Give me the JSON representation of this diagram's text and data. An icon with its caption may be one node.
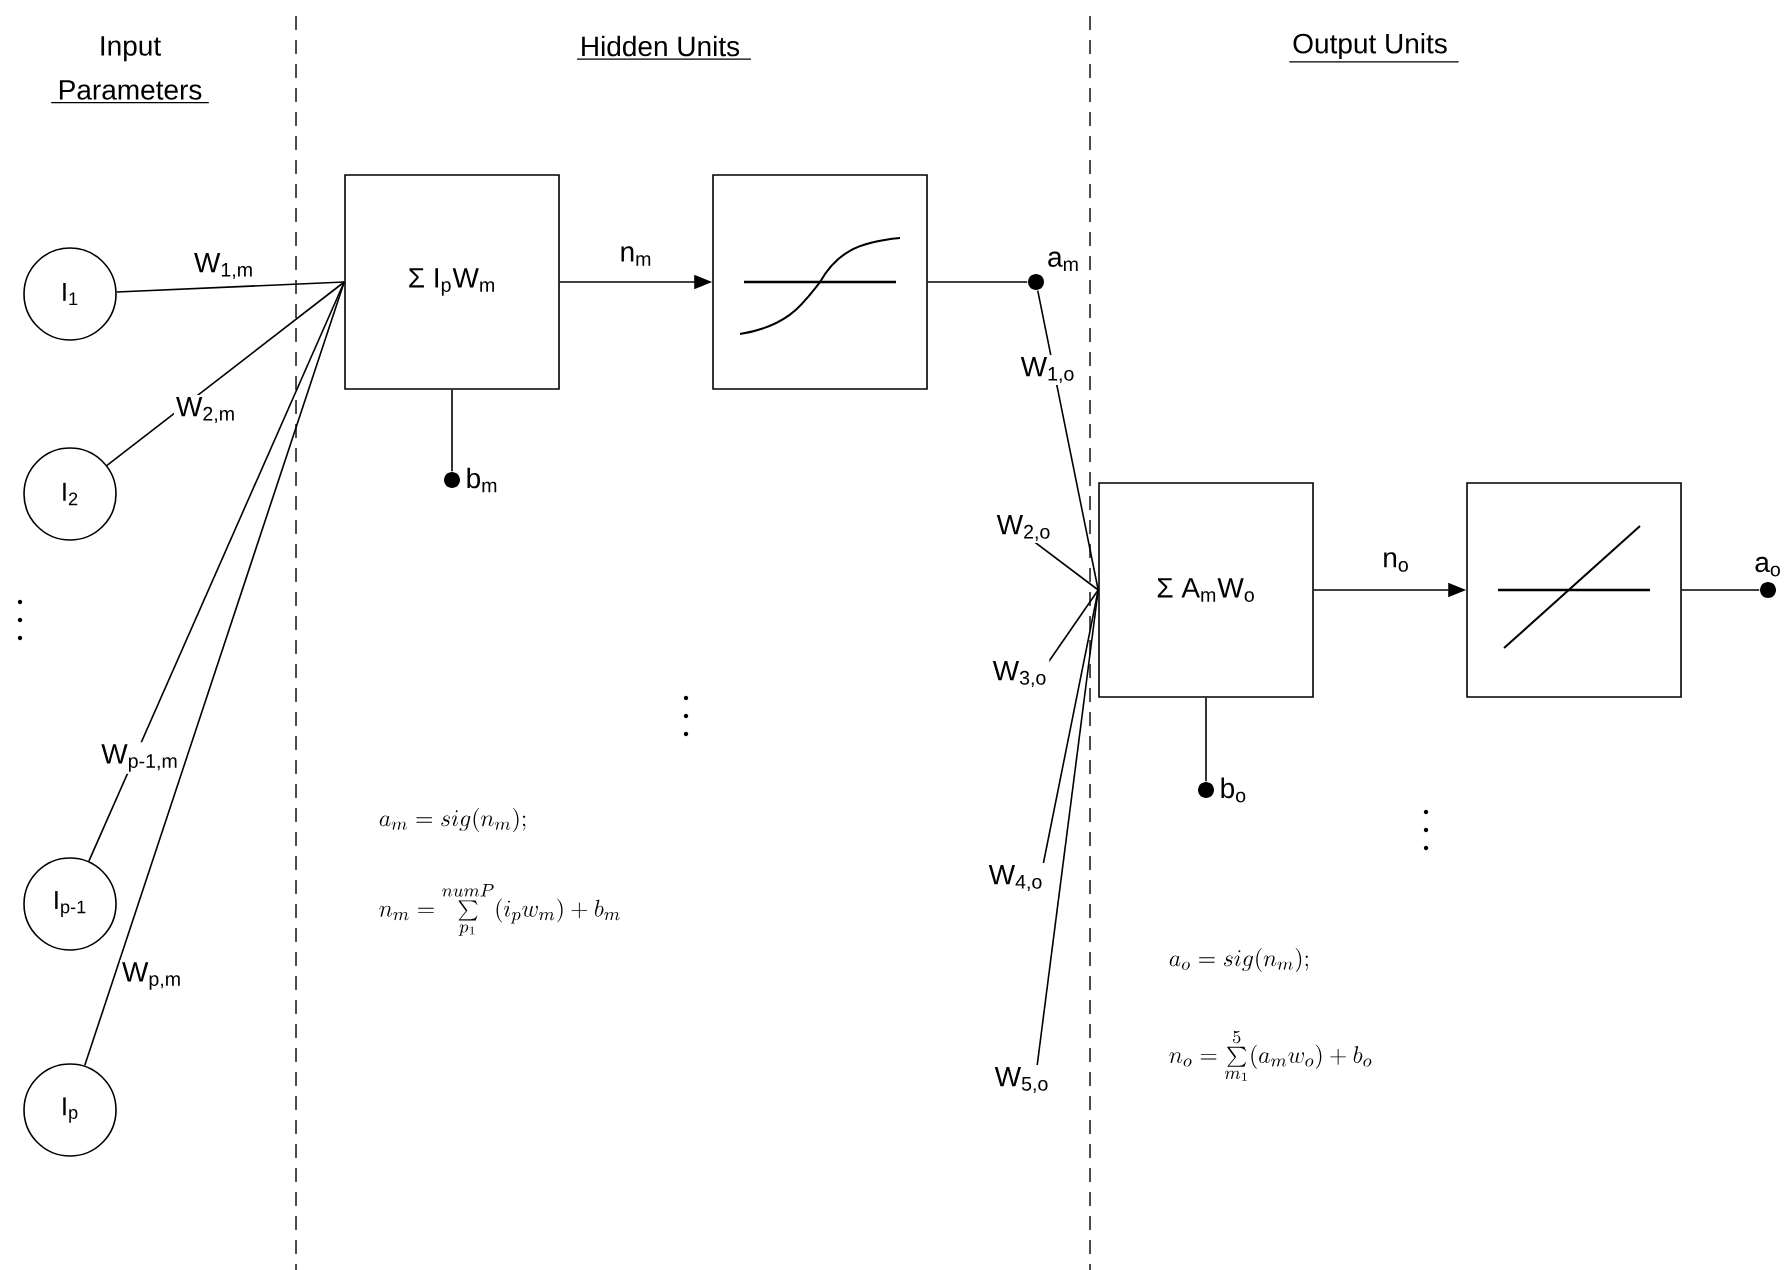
{
  "diagram": {
    "nodes": [
      {
        "text": [
          "I$_{1}$"
        ]
      },
      {
        "text": [
          "I$_{2}$"
        ]
      },
      {
        "text": [
          "I$_{p-1}$"
        ]
      },
      {
        "text": [
          "I$_{p}$"
        ]
      },
      {
        "text": [
          "Σ I$_{p}$W$_{m}$"
        ]
      },
      {
        "text": [],
        "shape": "box"
      },
      {
        "text": [
          "a$_{m}$"
        ]
      },
      {
        "text": [
          "b$_{m}$"
        ]
      },
      {
        "text": [
          "Σ A$_{m}$W$_{o}$"
        ]
      },
      {
        "text": [],
        "shape": "box"
      },
      {
        "text": [
          "a$_{o}$"
        ]
      },
      {
        "text": [
          "b$_{o}$"
        ]
      }
    ],
    "edges": [
      {
        "from": 0,
        "to": 4,
        "arrow": "none",
        "label": "W$_{1,m}$"
      },
      {
        "from": 1,
        "to": 4,
        "arrow": "none",
        "label": "W$_{2,m}$"
      },
      {
        "from": 2,
        "to": 4,
        "arrow": "none",
        "label": "W$_{p-1,m}$"
      },
      {
        "from": 3,
        "to": 4,
        "arrow": "none",
        "label": "W$_{p,m}$"
      },
      {
        "from": 4,
        "to": 5,
        "arrow": "to",
        "label": "n$_{m}$"
      },
      {
        "from": 4,
        "to": 7,
        "arrow": "none"
      },
      {
        "from": 5,
        "to": 6,
        "arrow": "none"
      },
      {
        "from": 6,
        "to": 8,
        "arrow": "none",
        "label": "W$_{1,o}$"
      },
      {
        "from": null,
        "to": 8,
        "arrow": "none",
        "label": "W$_{2,o}$"
      },
      {
        "from": null,
        "to": 8,
        "arrow": "none",
        "label": "W$_{3,o}$"
      },
      {
        "from": null,
        "to": 8,
        "arrow": "none",
        "label": "W$_{4,o}$"
      },
      {
        "from": null,
        "to": 8,
        "arrow": "none",
        "label": "W$_{5,o}$"
      },
      {
        "from": 8,
        "to": 9,
        "arrow": "to",
        "label": "n$_{o}$"
      },
      {
        "from": 8,
        "to": 11,
        "arrow": "none"
      },
      {
        "from": 9,
        "to": 10,
        "arrow": "none"
      }
    ],
    "labels": [
      "Input Parameters",
      "Hidden Units",
      "Output Units",
      "a_m = sig(n_m);",
      "n_m = \\sum\\limits_{p_1}^{numP} (i_p w_m) + b_m",
      "a_o = sig(n_m);",
      "n_o = \\sum\\limits_{m_1}^{5} (a_m w_o) + b_o"
    ]
  }
}
